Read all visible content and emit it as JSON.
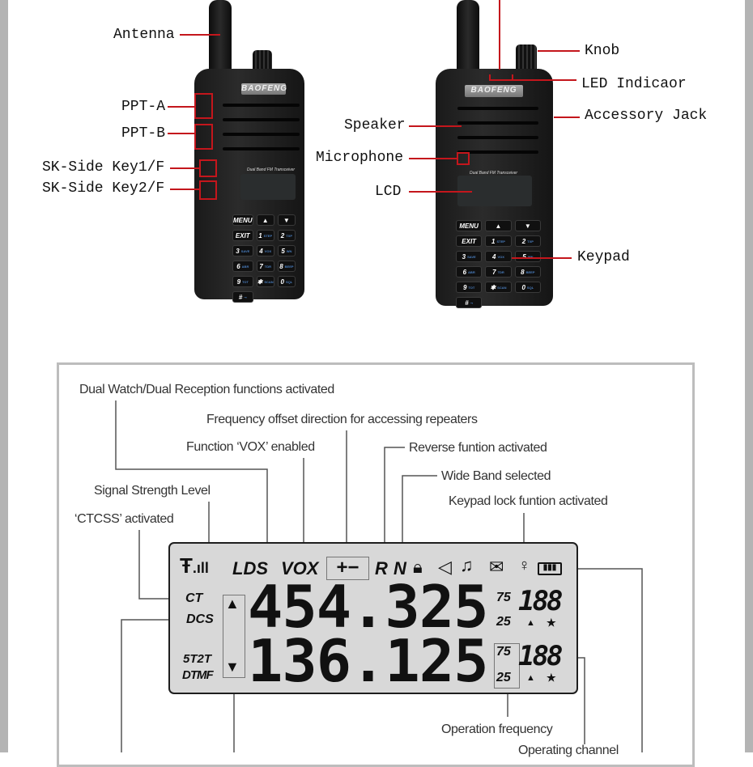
{
  "radio_left": {
    "brand": "BAOFENG",
    "model_text": "Dual Band FM Transceiver",
    "labels": {
      "antenna": "Antenna",
      "ppt_a": "PPT-A",
      "ppt_b": "PPT-B",
      "side_key_1": "SK-Side Key1/F",
      "side_key_2": "SK-Side Key2/F"
    }
  },
  "radio_right": {
    "brand": "BAOFENG",
    "model_text": "Dual Band FM Transceiver",
    "labels": {
      "knob": "Knob",
      "led": "LED Indicaor",
      "accessory_jack": "Accessory Jack",
      "speaker": "Speaker",
      "microphone": "Microphone",
      "lcd": "LCD",
      "keypad": "Keypad"
    }
  },
  "keypad": [
    {
      "main": "MENU",
      "sub": ""
    },
    {
      "main": "▲",
      "sub": ""
    },
    {
      "main": "▼",
      "sub": ""
    },
    {
      "main": "EXIT",
      "sub": ""
    },
    {
      "main": "1",
      "sub": "STEP"
    },
    {
      "main": "2",
      "sub": "TXP"
    },
    {
      "main": "3",
      "sub": "SAVE"
    },
    {
      "main": "",
      "sub": ""
    },
    {
      "main": "4",
      "sub": "VOX"
    },
    {
      "main": "5",
      "sub": "WN"
    },
    {
      "main": "6",
      "sub": "ABR"
    },
    {
      "main": "",
      "sub": ""
    },
    {
      "main": "7",
      "sub": "TDR"
    },
    {
      "main": "8",
      "sub": "BEEP"
    },
    {
      "main": "9",
      "sub": "TOT"
    },
    {
      "main": "",
      "sub": ""
    },
    {
      "main": "✱",
      "sub": "SCAN"
    },
    {
      "main": "0",
      "sub": "SQL"
    },
    {
      "main": "#",
      "sub": "⊸"
    },
    {
      "main": "",
      "sub": ""
    }
  ],
  "lcd_diagram": {
    "annotations": {
      "dual_watch": "Dual Watch/Dual Reception functions activated",
      "freq_offset": "Frequency offset direction for accessing repeaters",
      "vox": "Function ‘VOX’ enabled",
      "reverse": "Reverse funtion activated",
      "wide_band": "Wide Band selected",
      "signal": "Signal Strength Level",
      "keypad_lock": "Keypad lock funtion activated",
      "ctcss": "‘CTCSS’ activated",
      "operation_frequency": "Operation frequency",
      "operating_channel": "Operating channel"
    },
    "display": {
      "lds": "LDS",
      "vox": "VOX",
      "offset": "+−",
      "r": "R",
      "n": "N",
      "ct": "CT",
      "dcs": "DCS",
      "5t2t": "5T2T",
      "dtmf": "DTMF",
      "freq_a": "454.325",
      "freq_b": "136.125",
      "step_a_top": "75",
      "step_a_bottom": "25",
      "step_b_top": "75",
      "step_b_bottom": "25",
      "channel_a": "188",
      "channel_b": "188",
      "up_arrow": "▲",
      "down_arrow": "▼",
      "star": "★"
    },
    "icons": [
      "signal-antenna-icon",
      "lock-icon",
      "speaker-icon",
      "bell-icon",
      "mail-icon",
      "key-icon",
      "battery-icon"
    ]
  },
  "colors": {
    "callout_red": "#c4161c",
    "lcd_bg": "#d8d8d8",
    "frame": "#bdbdbd"
  }
}
